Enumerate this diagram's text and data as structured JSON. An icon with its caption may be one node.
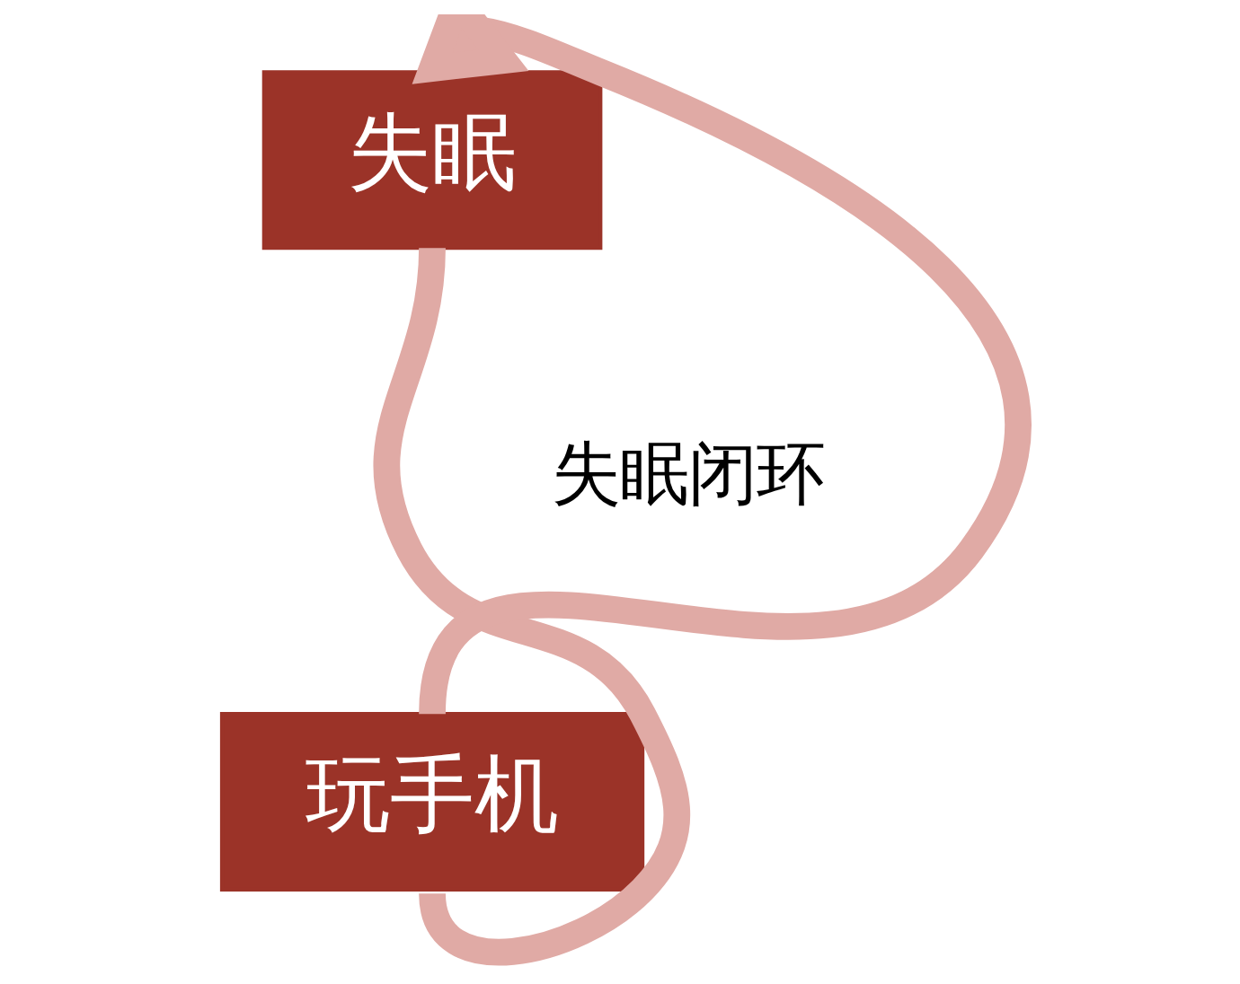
{
  "diagram": {
    "nodes": [
      {
        "text": [
          "失眠"
        ]
      },
      {
        "text": [
          "玩手机"
        ]
      }
    ],
    "edges": [
      {
        "from": 0,
        "to": 1,
        "arrow": "none"
      },
      {
        "from": 1,
        "to": 0,
        "arrow": "to"
      }
    ],
    "labels": [
      "失眠闭环"
    ]
  }
}
